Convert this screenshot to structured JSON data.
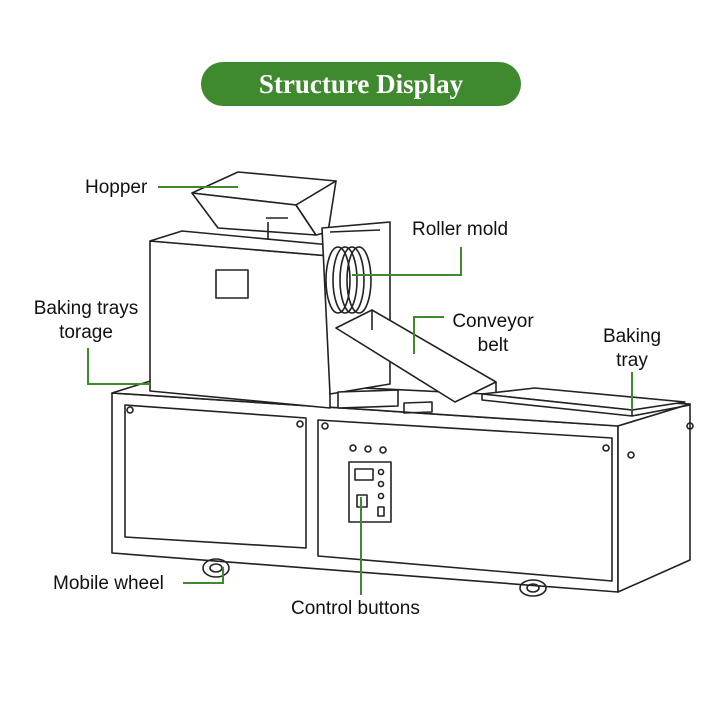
{
  "title": "Structure Display",
  "labels": {
    "hopper": "Hopper",
    "roller_mold": "Roller mold",
    "baking_trays_storage_line1": "Baking trays",
    "baking_trays_storage_line2": "torage",
    "conveyor_belt_line1": "Conveyor",
    "conveyor_belt_line2": "belt",
    "baking_tray_line1": "Baking",
    "baking_tray_line2": "tray",
    "mobile_wheel": "Mobile wheel",
    "control_buttons": "Control buttons"
  },
  "colors": {
    "accent": "#3f8a2e",
    "leader": "#3f8a2e",
    "outline": "#222222"
  }
}
